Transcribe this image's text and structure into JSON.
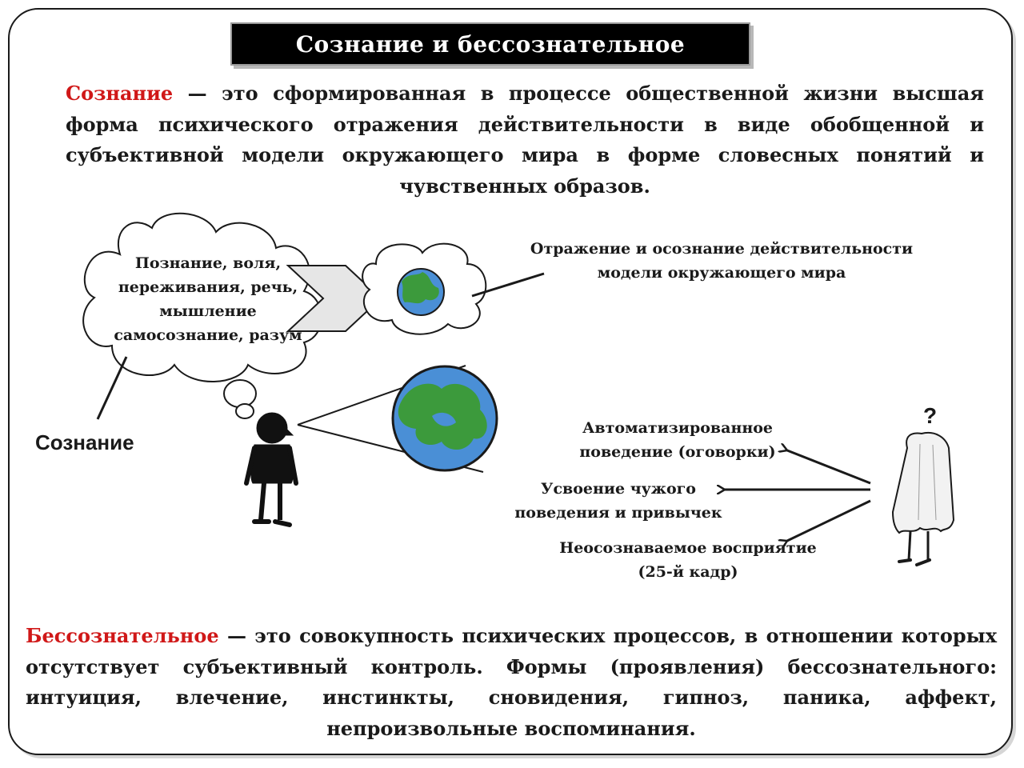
{
  "title": "Сознание и бессознательное",
  "definition_consciousness": {
    "term": "Сознание",
    "text": " — это сформированная в процессе общественной жизни высшая форма психического отражения действительности в виде обобщенной и субъективной модели окружающего мира в форме словесных понятий и чувственных образов."
  },
  "cloud_text": "Познание, воля, переживания, речь, мышление самосознание, разум",
  "reflection_text": "Отражение и осознание действительности модели окружающего мира",
  "consciousness_label": "Сознание",
  "question_mark": "?",
  "unconscious_forms": {
    "automated": "Автоматизированное поведение (оговорки)",
    "learning": "Усвоение чужого поведения и привычек",
    "perception": "Неосознаваемое восприятие (25-й кадр)"
  },
  "definition_unconscious": {
    "term": "Бессознательное",
    "text": "  — это совокупность психических процессов, в отношении которых отсутствует субъективный контроль. Формы (проявления) бессознательного: интуиция, влечение, инстинкты, сновидения, гипноз, паника, аффект, непроизвольные воспоминания."
  },
  "colors": {
    "term_red": "#d01818",
    "earth_ocean": "#4a8fd6",
    "earth_land": "#3c9a3c",
    "arrow_fill": "#e6e6e6"
  },
  "icons": [
    "thought-cloud-icon",
    "earth-icon",
    "person-icon",
    "ghost-icon",
    "chevron-arrow-icon"
  ]
}
